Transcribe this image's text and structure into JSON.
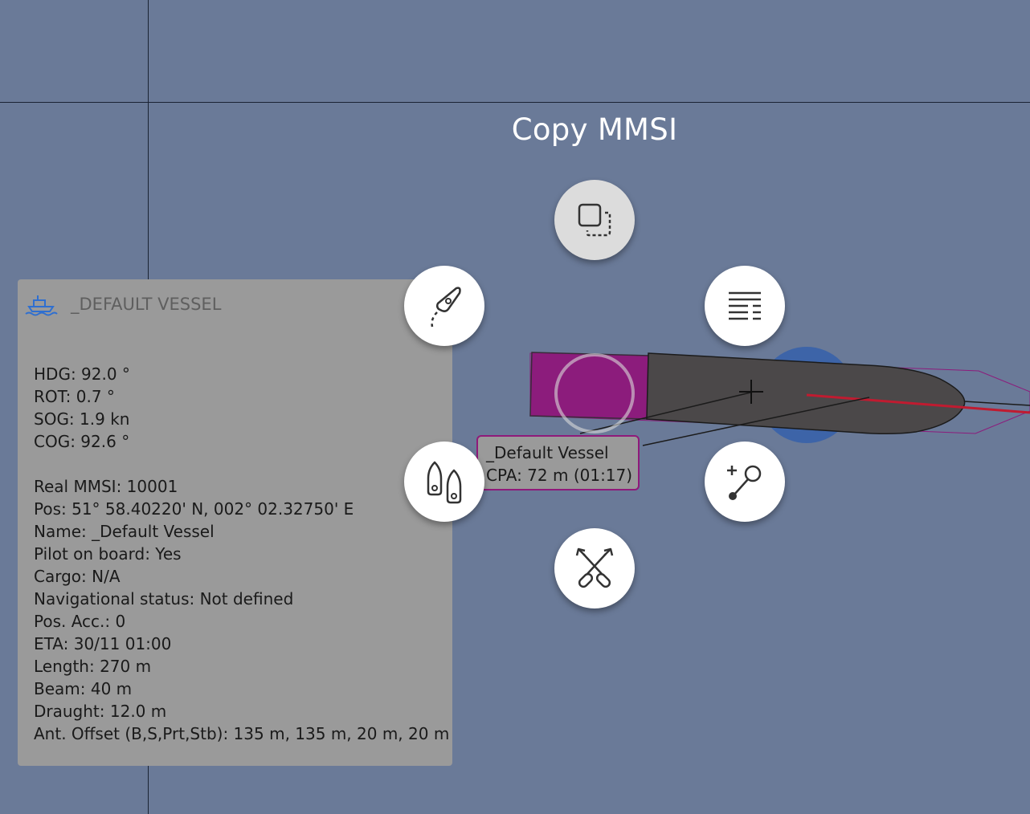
{
  "action_title": "Copy MMSI",
  "panel": {
    "icon": "ship-icon",
    "title": "_DEFAULT VESSEL",
    "motion": [
      "HDG: 92.0 °",
      "ROT: 0.7 °",
      "SOG: 1.9 kn",
      "COG: 92.6 °"
    ],
    "details": [
      "Real MMSI: 10001",
      "Pos: 51° 58.40220' N, 002° 02.32750' E",
      "Name: _Default Vessel",
      "Pilot on board: Yes",
      "Cargo: N/A",
      "Navigational status: Not defined",
      "Pos. Acc.: 0",
      "ETA: 30/11 01:00",
      "Length: 270 m",
      "Beam: 40 m",
      "Draught: 12.0 m",
      "Ant. Offset (B,S,Prt,Stb): 135 m, 135 m, 20 m, 20 m"
    ]
  },
  "target_label": {
    "name": "_Default Vessel",
    "cpa": "CPA: 72 m (01:17)"
  },
  "radial_menu": [
    {
      "id": "copy-mmsi-button",
      "icon": "copy-icon",
      "active": true
    },
    {
      "id": "vessel-track-button",
      "icon": "vessel-track-icon",
      "active": false
    },
    {
      "id": "vessel-details-button",
      "icon": "details-list-icon",
      "active": false
    },
    {
      "id": "compare-vessels-button",
      "icon": "two-vessels-icon",
      "active": false
    },
    {
      "id": "measure-range-button",
      "icon": "range-bearing-icon",
      "active": false
    },
    {
      "id": "close-quarters-button",
      "icon": "crossed-paddles-icon",
      "active": false
    }
  ],
  "colors": {
    "sea": "#6a7a98",
    "hull": "#4b4849",
    "bow_area": "#8c1c7c",
    "heading_line": "#c01b30",
    "ship_selection": "#3d64a8",
    "label_border": "#8f1a7a"
  }
}
